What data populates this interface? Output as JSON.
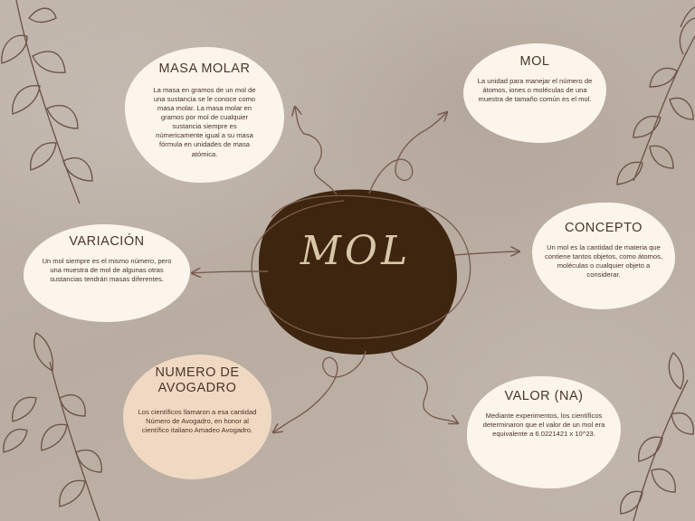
{
  "center": {
    "label": "MOL"
  },
  "nodes": {
    "masa_molar": {
      "title": "MASA MOLAR",
      "body": "La masa en gramos de un mol de una sustancia se le conoce como masa molar. La masa molar en gramos por mol de cualquier sustancia siempre es númericamente igual a su masa fórmula en unidades de masa atómica."
    },
    "mol": {
      "title": "MOL",
      "body": "La unidad para manejar el número de átomos, iones o moléculas de una muestra de tamaño común es el mol."
    },
    "variacion": {
      "title": "VARIACIÓN",
      "body": "Un mol siempre es el mismo número, pero una muestra de mol de algunas otras sustancias tendrán masas diferentes."
    },
    "concepto": {
      "title": "CONCEPTO",
      "body": "Un mol es la cantidad de materia que contiene tantos objetos, como átomos, moléculas o cualquier objeto a considerar."
    },
    "avogadro": {
      "title": "NUMERO DE AVOGADRO",
      "body": "Los científicos llamaron a esa cantidad Número de Avogadro, en honor al científico italiano Amadeo Avogadro."
    },
    "valor": {
      "title": "VALOR (NA)",
      "body": "Mediante experimentos, los científicos determinaron que el valor de un mol era equivalente a 6.0221421 x 10^23."
    }
  },
  "colors": {
    "background": "#bdb1a6",
    "center_blob": "#3e250f",
    "node_fill": "#fbf5ec",
    "node_highlight": "#f0d9c2",
    "ink": "#4a3528",
    "connector": "#7a5e50"
  }
}
